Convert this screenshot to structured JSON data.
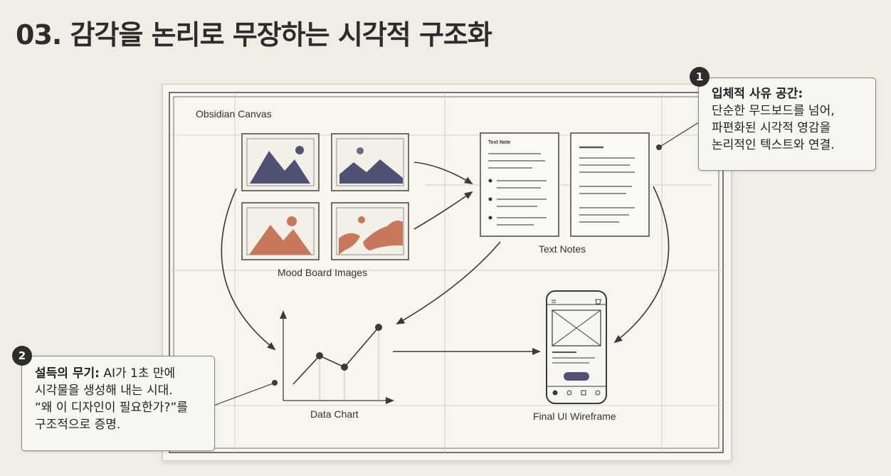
{
  "title": "03. 감각을 논리로 무장하는 시각적 구조화",
  "canvas": {
    "label": "Obsidian Canvas",
    "mood_board_label": "Mood Board Images",
    "text_notes_label": "Text Notes",
    "text_note_heading": "Text Note",
    "data_chart_label": "Data Chart",
    "wireframe_label": "Final UI Wireframe"
  },
  "callout1": {
    "number": "1",
    "heading": "입체적 사유 공간:",
    "line1": "단순한 무드보드를 넘어,",
    "line2": "파편화된 시각적 영감을",
    "line3": "논리적인 텍스트와 연결."
  },
  "callout2": {
    "number": "2",
    "heading": "설득의 무기:",
    "heading_rest": " AI가 1초 만에",
    "line2": "시각물을 생성해 내는 시대.",
    "line3": "“왜 이 디자인이 필요한가?”를",
    "line4": "구조적으로 증명."
  },
  "colors": {
    "navy": "#4f5175",
    "terracotta": "#c8785a",
    "ink": "#3a3a3a"
  }
}
